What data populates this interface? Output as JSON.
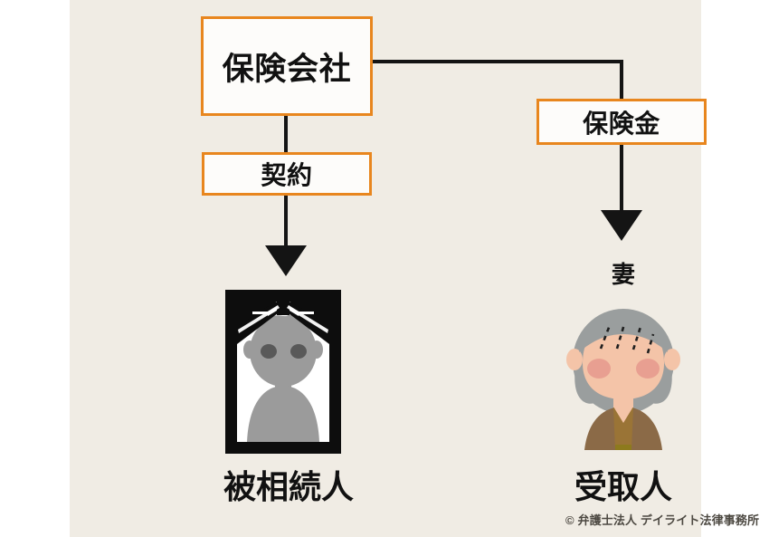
{
  "canvas": {
    "background_color": "#f0ece4",
    "page_background_color": "#ffffff",
    "accent_color": "#e8861e",
    "line_color": "#141414"
  },
  "diagram": {
    "type": "flow-diagram",
    "title_nodes": {
      "insurance_company": "保険会社",
      "contract": "契約",
      "insurance_payout": "保険金"
    },
    "boxes": [
      {
        "id": "insurance-company",
        "label": "保険会社",
        "border_color": "#e8861e"
      },
      {
        "id": "contract",
        "label": "契約",
        "border_color": "#e8861e"
      },
      {
        "id": "insurance-payout",
        "label": "保険金",
        "border_color": "#e8861e"
      }
    ],
    "figures": [
      {
        "id": "deceased",
        "caption": "被相続人",
        "sub_label": "",
        "kind": "memorial-portrait",
        "colors": {
          "frame": "#0d0d0d",
          "mat": "#ffffff",
          "silhouette": "#9b9b9b",
          "ribbon": "#0d0d0d"
        }
      },
      {
        "id": "receiver",
        "caption": "受取人",
        "sub_label": "妻",
        "kind": "elderly-woman",
        "colors": {
          "hair": "#9a9e9e",
          "skin": "#f4c4a8",
          "cheek": "#e89f91",
          "garment_outer": "#8b6a47",
          "garment_inner": "#9a7436",
          "garment_accent": "#8d7a1d"
        }
      }
    ],
    "connections": [
      {
        "from": "insurance-company",
        "to": "contract",
        "arrow": true
      },
      {
        "from": "contract",
        "to": "deceased",
        "arrow": true
      },
      {
        "from": "insurance-company",
        "to": "insurance-payout",
        "arrow": false
      },
      {
        "from": "insurance-payout",
        "to": "receiver",
        "arrow": true
      }
    ]
  },
  "footer": {
    "copyright": "© 弁護士法人 デイライト法律事務所"
  }
}
